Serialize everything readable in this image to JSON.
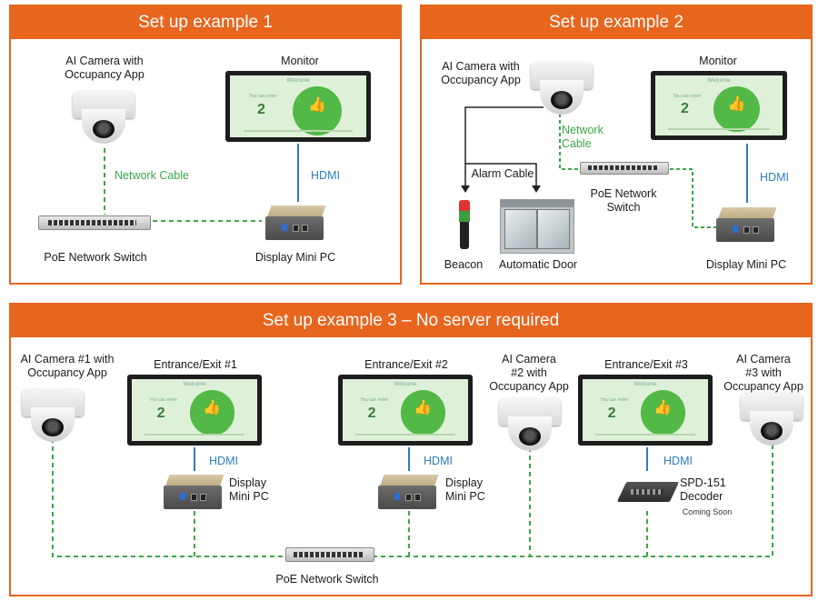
{
  "panels": {
    "ex1": {
      "title": "Set up example 1"
    },
    "ex2": {
      "title": "Set up example 2"
    },
    "ex3": {
      "title": "Set up example 3 – No server required"
    }
  },
  "ex1": {
    "camera": "AI Camera with\nOccupancy App",
    "monitor": "Monitor",
    "network_cable": "Network Cable",
    "hdmi": "HDMI",
    "switch": "PoE Network Switch",
    "minipc": "Display Mini PC"
  },
  "ex2": {
    "camera": "AI Camera with\nOccupancy App",
    "monitor": "Monitor",
    "network_cable": "Network\nCable",
    "alarm_cable": "Alarm Cable",
    "switch": "PoE Network\nSwitch",
    "hdmi": "HDMI",
    "beacon": "Beacon",
    "door": "Automatic Door",
    "minipc": "Display Mini PC"
  },
  "ex3": {
    "camera1": "AI Camera #1 with\nOccupancy App",
    "entrance1": "Entrance/Exit #1",
    "entrance2": "Entrance/Exit #2",
    "camera2": "AI Camera\n#2 with\nOccupancy App",
    "entrance3": "Entrance/Exit #3",
    "camera3": "AI Camera\n#3 with\nOccupancy App",
    "hdmi1": "HDMI",
    "hdmi2": "HDMI",
    "hdmi3": "HDMI",
    "minipc1": "Display\nMini PC",
    "minipc2": "Display\nMini PC",
    "decoder": "SPD-151\nDecoder",
    "coming_soon": "Coming Soon",
    "switch": "PoE Network Switch"
  },
  "screen": {
    "welcome": "Welcome",
    "label": "You can enter",
    "count": "2",
    "thumb": "👍"
  },
  "colors": {
    "accent": "#e8651e",
    "network": "#3aa845",
    "hdmi": "#2d7cc0",
    "alarm": "#222222"
  }
}
